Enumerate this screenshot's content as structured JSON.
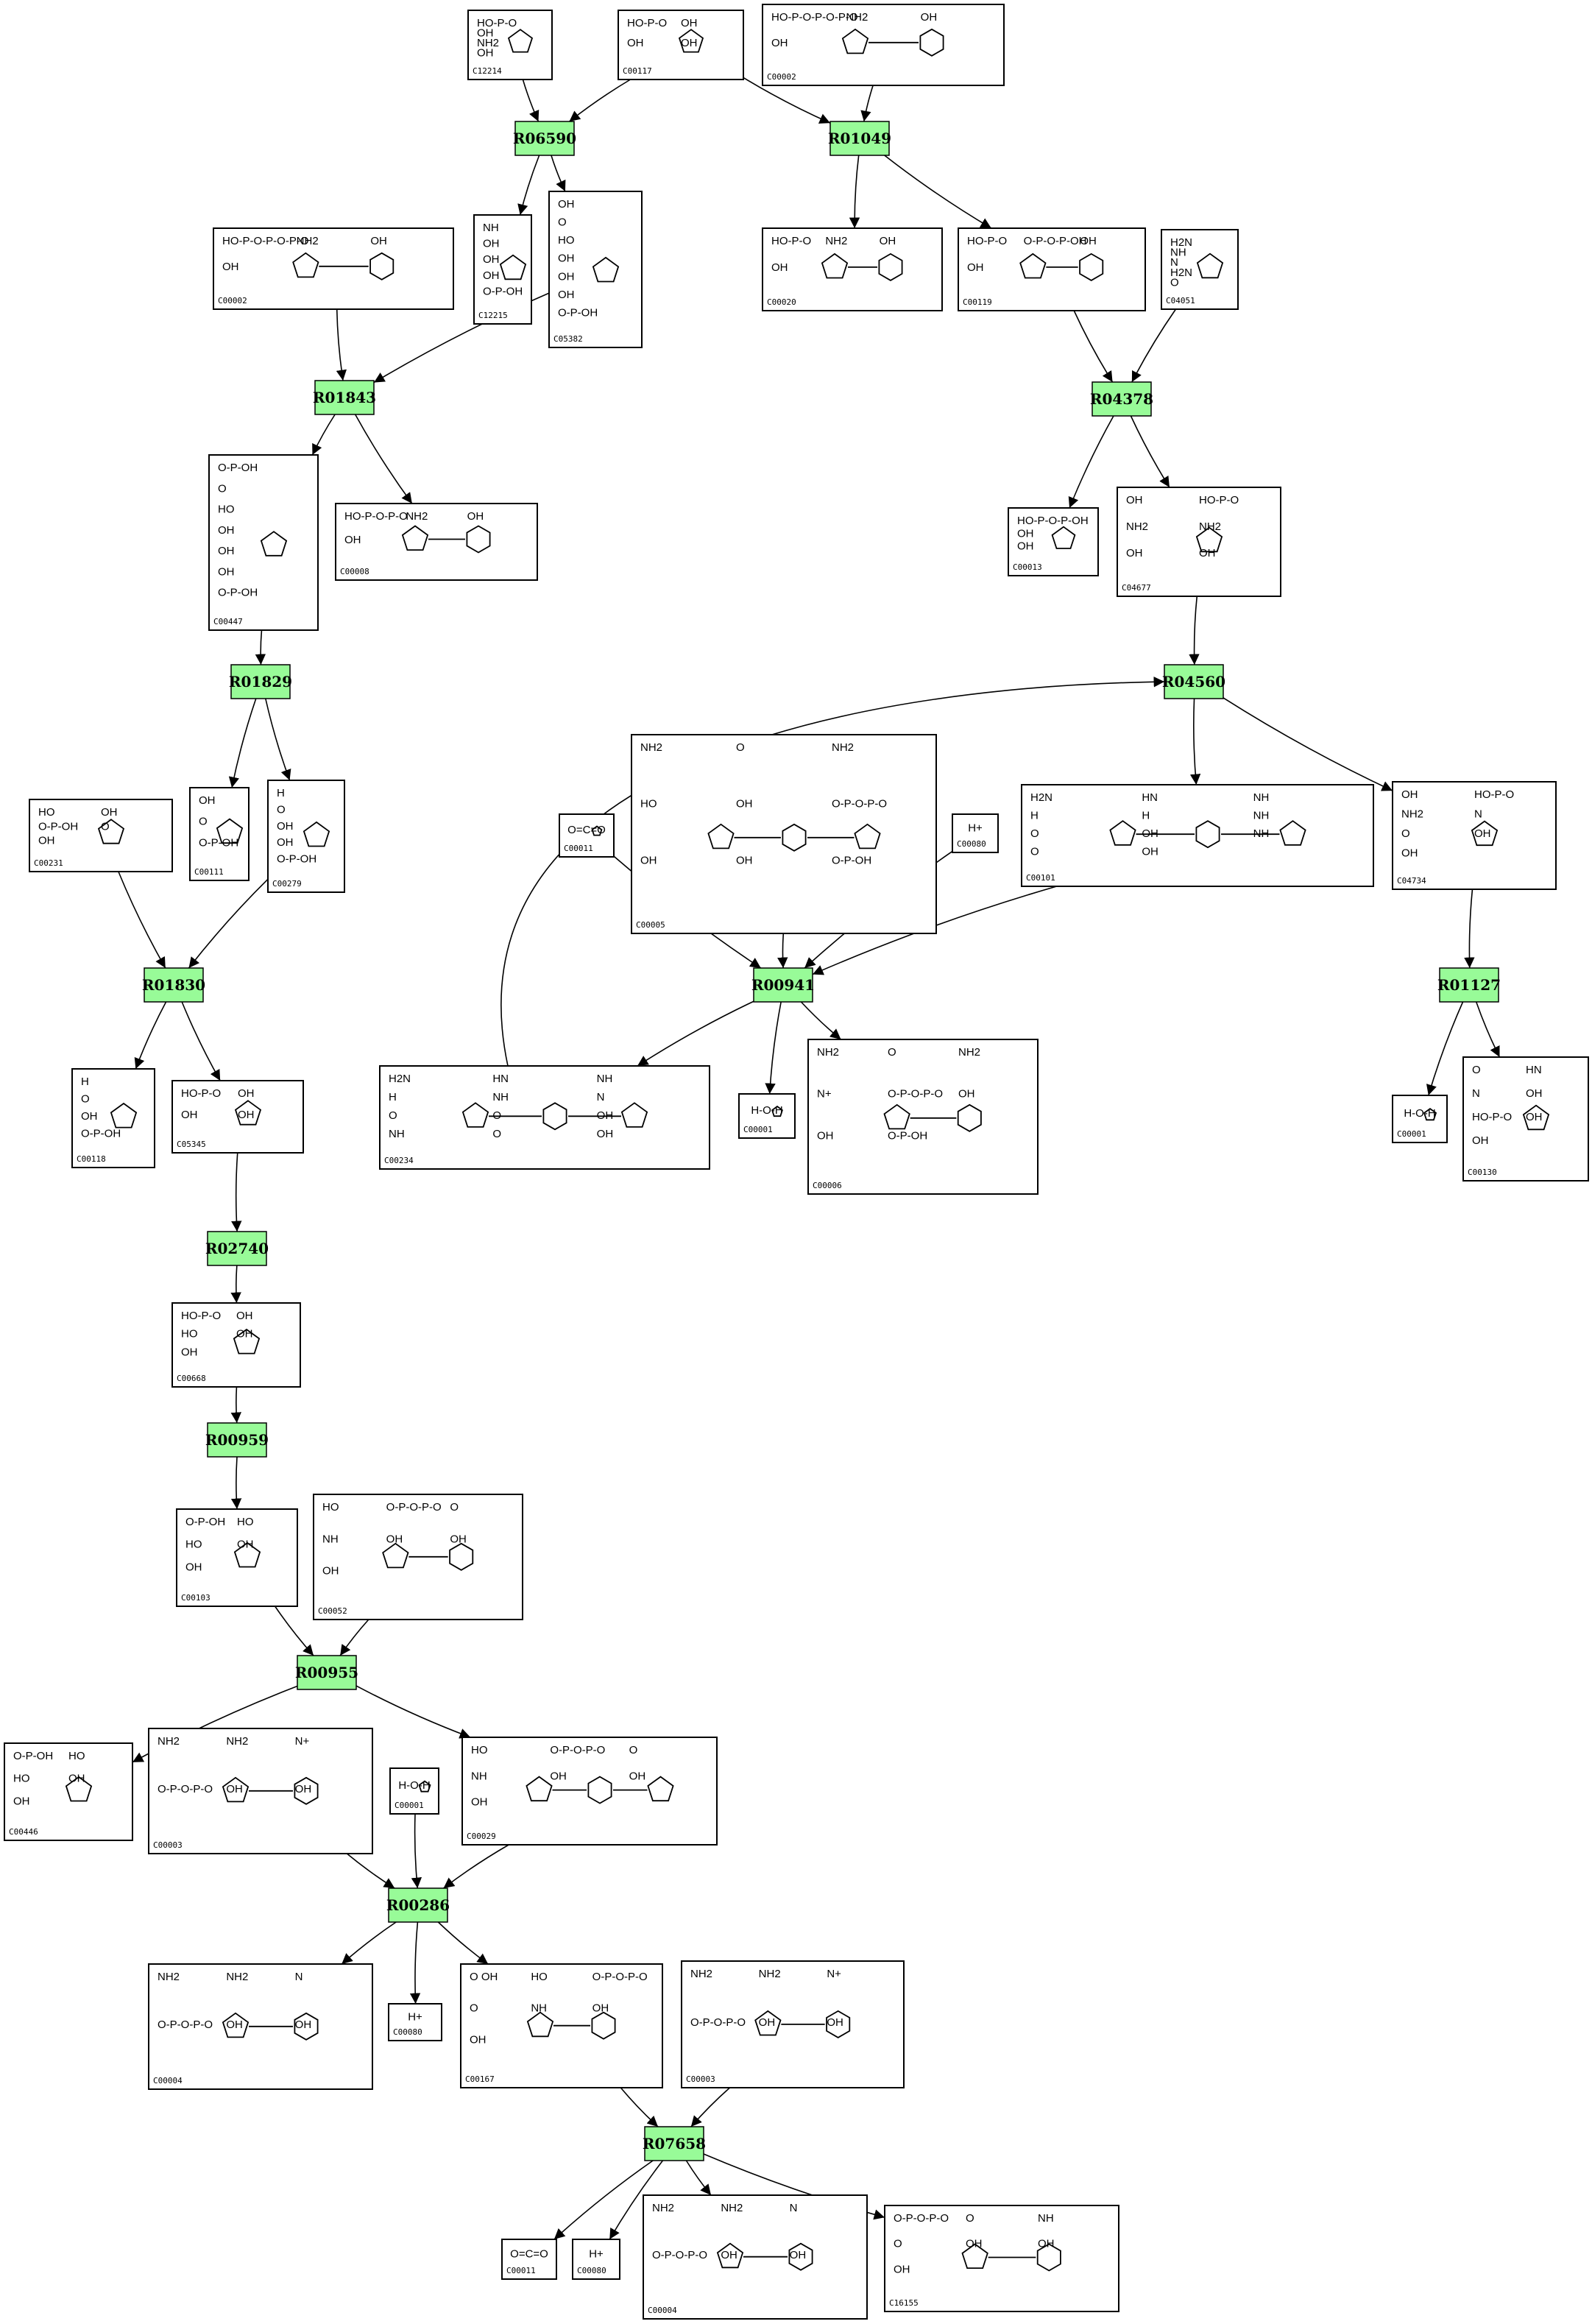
{
  "colors": {
    "reaction_fill": "#98fb98",
    "box_stroke": "#000000",
    "edge": "#000000",
    "background": "#ffffff"
  },
  "reactions": [
    {
      "id": "R06590"
    },
    {
      "id": "R01049"
    },
    {
      "id": "R01843"
    },
    {
      "id": "R04378"
    },
    {
      "id": "R01829"
    },
    {
      "id": "R04560"
    },
    {
      "id": "R01830"
    },
    {
      "id": "R00941"
    },
    {
      "id": "R01127"
    },
    {
      "id": "R02740"
    },
    {
      "id": "R00959"
    },
    {
      "id": "R00955"
    },
    {
      "id": "R00286"
    },
    {
      "id": "R07658"
    }
  ],
  "compounds": [
    {
      "key": "C12214",
      "id": "C12214",
      "labels": [
        "HO-P-O",
        "OH",
        "NH2",
        "OH"
      ]
    },
    {
      "key": "C00117",
      "id": "C00117",
      "labels": [
        "HO-P-O",
        "OH",
        "OH",
        "OH"
      ]
    },
    {
      "key": "C00002a",
      "id": "C00002",
      "labels": [
        "HO-P-O-P-O-P-O",
        "NH2",
        "OH",
        "OH"
      ]
    },
    {
      "key": "C12215",
      "id": "C12215",
      "labels": [
        "NH",
        "OH",
        "OH",
        "OH",
        "O-P-OH"
      ]
    },
    {
      "key": "C05382",
      "id": "C05382",
      "labels": [
        "OH",
        "O",
        "HO",
        "OH",
        "OH",
        "OH",
        "O-P-OH"
      ]
    },
    {
      "key": "C00002b",
      "id": "C00002",
      "labels": [
        "HO-P-O-P-O-P-O",
        "NH2",
        "OH",
        "OH"
      ]
    },
    {
      "key": "C00020",
      "id": "C00020",
      "labels": [
        "HO-P-O",
        "NH2",
        "OH",
        "OH"
      ]
    },
    {
      "key": "C00119",
      "id": "C00119",
      "labels": [
        "HO-P-O",
        "O-P-O-P-OH",
        "OH",
        "OH"
      ]
    },
    {
      "key": "C04051",
      "id": "C04051",
      "labels": [
        "H2N",
        "NH",
        "N",
        "H2N",
        "O"
      ]
    },
    {
      "key": "C00447",
      "id": "C00447",
      "labels": [
        "O-P-OH",
        "O",
        "HO",
        "OH",
        "OH",
        "OH",
        "O-P-OH"
      ]
    },
    {
      "key": "C00008",
      "id": "C00008",
      "labels": [
        "HO-P-O-P-O",
        "NH2",
        "OH",
        "OH"
      ]
    },
    {
      "key": "C00013",
      "id": "C00013",
      "labels": [
        "HO-P-O-P-OH",
        "OH",
        "OH"
      ]
    },
    {
      "key": "C04677",
      "id": "C04677",
      "labels": [
        "OH",
        "HO-P-O",
        "NH2",
        "NH2",
        "OH",
        "OH"
      ]
    },
    {
      "key": "C00231",
      "id": "C00231",
      "labels": [
        "HO",
        "OH",
        "O-P-OH",
        "O",
        "OH"
      ]
    },
    {
      "key": "C00111",
      "id": "C00111",
      "labels": [
        "OH",
        "O",
        "O-P-OH"
      ]
    },
    {
      "key": "C00279",
      "id": "C00279",
      "labels": [
        "H",
        "O",
        "OH",
        "OH",
        "O-P-OH"
      ]
    },
    {
      "key": "C00011a",
      "id": "C00011",
      "labels": [
        "O=C=O"
      ]
    },
    {
      "key": "C00005",
      "id": "C00005",
      "labels": [
        "NH2",
        "O",
        "NH2",
        "HO",
        "OH",
        "O-P-O-P-O",
        "OH",
        "OH",
        "O-P-OH"
      ]
    },
    {
      "key": "C00080a",
      "id": "C00080",
      "labels": [
        "H+"
      ]
    },
    {
      "key": "C00101",
      "id": "C00101",
      "labels": [
        "H2N",
        "HN",
        "NH",
        "H",
        "H",
        "NH",
        "O",
        "OH",
        "NH",
        "O",
        "OH"
      ]
    },
    {
      "key": "C04734",
      "id": "C04734",
      "labels": [
        "OH",
        "HO-P-O",
        "NH2",
        "N",
        "O",
        "OH",
        "OH"
      ]
    },
    {
      "key": "C00118",
      "id": "C00118",
      "labels": [
        "H",
        "O",
        "OH",
        "O-P-OH"
      ]
    },
    {
      "key": "C05345",
      "id": "C05345",
      "labels": [
        "HO-P-O",
        "OH",
        "OH",
        "OH"
      ]
    },
    {
      "key": "C00234",
      "id": "C00234",
      "labels": [
        "H2N",
        "HN",
        "NH",
        "H",
        "NH",
        "N",
        "O",
        "O",
        "OH",
        "NH",
        "O",
        "OH"
      ]
    },
    {
      "key": "C00001a",
      "id": "C00001",
      "labels": [
        "H-O-H"
      ]
    },
    {
      "key": "C00006",
      "id": "C00006",
      "labels": [
        "NH2",
        "O",
        "NH2",
        "N+",
        "O-P-O-P-O",
        "OH",
        "OH",
        "O-P-OH"
      ]
    },
    {
      "key": "C00001b",
      "id": "C00001",
      "labels": [
        "H-O-H"
      ]
    },
    {
      "key": "C00130",
      "id": "C00130",
      "labels": [
        "O",
        "HN",
        "N",
        "OH",
        "HO-P-O",
        "OH",
        "OH"
      ]
    },
    {
      "key": "C00668",
      "id": "C00668",
      "labels": [
        "HO-P-O",
        "OH",
        "HO",
        "OH",
        "OH"
      ]
    },
    {
      "key": "C00103",
      "id": "C00103",
      "labels": [
        "O-P-OH",
        "HO",
        "HO",
        "OH",
        "OH"
      ]
    },
    {
      "key": "C00052",
      "id": "C00052",
      "labels": [
        "HO",
        "O-P-O-P-O",
        "O",
        "NH",
        "OH",
        "OH",
        "OH"
      ]
    },
    {
      "key": "C00446",
      "id": "C00446",
      "labels": [
        "O-P-OH",
        "HO",
        "HO",
        "OH",
        "OH"
      ]
    },
    {
      "key": "C00003a",
      "id": "C00003",
      "labels": [
        "NH2",
        "NH2",
        "N+",
        "O-P-O-P-O",
        "OH",
        "OH"
      ]
    },
    {
      "key": "C00001c",
      "id": "C00001",
      "labels": [
        "H-O-H"
      ]
    },
    {
      "key": "C00029",
      "id": "C00029",
      "labels": [
        "HO",
        "O-P-O-P-O",
        "O",
        "NH",
        "OH",
        "OH",
        "OH"
      ]
    },
    {
      "key": "C00004",
      "id": "C00004",
      "labels": [
        "NH2",
        "NH2",
        "N",
        "O-P-O-P-O",
        "OH",
        "OH"
      ]
    },
    {
      "key": "C00080b",
      "id": "C00080",
      "labels": [
        "H+"
      ]
    },
    {
      "key": "C00167",
      "id": "C00167",
      "labels": [
        "O OH",
        "HO",
        "O-P-O-P-O",
        "O",
        "NH",
        "OH",
        "OH"
      ]
    },
    {
      "key": "C00003b",
      "id": "C00003",
      "labels": [
        "NH2",
        "NH2",
        "N+",
        "O-P-O-P-O",
        "OH",
        "OH"
      ]
    },
    {
      "key": "C00011b",
      "id": "C00011",
      "labels": [
        "O=C=O"
      ]
    },
    {
      "key": "C00080c",
      "id": "C00080",
      "labels": [
        "H+"
      ]
    },
    {
      "key": "C00004b",
      "id": "C00004",
      "labels": [
        "NH2",
        "NH2",
        "N",
        "O-P-O-P-O",
        "OH",
        "OH"
      ]
    },
    {
      "key": "C16155",
      "id": "C16155",
      "labels": [
        "O-P-O-P-O",
        "O",
        "NH",
        "O",
        "OH",
        "OH",
        "OH"
      ]
    }
  ],
  "edges": [
    [
      "C12214",
      "R06590"
    ],
    [
      "C00117",
      "R06590"
    ],
    [
      "C00117",
      "R01049"
    ],
    [
      "C00002a",
      "R01049"
    ],
    [
      "R06590",
      "C12215"
    ],
    [
      "R06590",
      "C05382"
    ],
    [
      "R01049",
      "C00020"
    ],
    [
      "R01049",
      "C00119"
    ],
    [
      "C00002b",
      "R01843"
    ],
    [
      "C05382",
      "R01843"
    ],
    [
      "R01843",
      "C00447"
    ],
    [
      "R01843",
      "C00008"
    ],
    [
      "C00119",
      "R04378"
    ],
    [
      "C04051",
      "R04378"
    ],
    [
      "R04378",
      "C00013"
    ],
    [
      "R04378",
      "C04677"
    ],
    [
      "C00447",
      "R01829"
    ],
    [
      "R01829",
      "C00111"
    ],
    [
      "R01829",
      "C00279"
    ],
    [
      "C04677",
      "R04560"
    ],
    [
      "C00234",
      "R04560"
    ],
    [
      "R04560",
      "C00101"
    ],
    [
      "R04560",
      "C04734"
    ],
    [
      "C00231",
      "R01830"
    ],
    [
      "C00279",
      "R01830"
    ],
    [
      "R01830",
      "C00118"
    ],
    [
      "R01830",
      "C05345"
    ],
    [
      "C00011a",
      "R00941"
    ],
    [
      "C00005",
      "R00941"
    ],
    [
      "C00080a",
      "R00941"
    ],
    [
      "C00101",
      "R00941"
    ],
    [
      "R00941",
      "C00234"
    ],
    [
      "R00941",
      "C00001a"
    ],
    [
      "R00941",
      "C00006"
    ],
    [
      "C04734",
      "R01127"
    ],
    [
      "R01127",
      "C00001b"
    ],
    [
      "R01127",
      "C00130"
    ],
    [
      "C05345",
      "R02740"
    ],
    [
      "R02740",
      "C00668"
    ],
    [
      "C00668",
      "R00959"
    ],
    [
      "R00959",
      "C00103"
    ],
    [
      "C00103",
      "R00955"
    ],
    [
      "C00052",
      "R00955"
    ],
    [
      "R00955",
      "C00446"
    ],
    [
      "R00955",
      "C00029"
    ],
    [
      "C00003a",
      "R00286"
    ],
    [
      "C00001c",
      "R00286"
    ],
    [
      "C00029",
      "R00286"
    ],
    [
      "R00286",
      "C00004"
    ],
    [
      "R00286",
      "C00080b"
    ],
    [
      "R00286",
      "C00167"
    ],
    [
      "C00167",
      "R07658"
    ],
    [
      "C00003b",
      "R07658"
    ],
    [
      "R07658",
      "C00011b"
    ],
    [
      "R07658",
      "C00080c"
    ],
    [
      "R07658",
      "C00004b"
    ],
    [
      "R07658",
      "C16155"
    ]
  ]
}
